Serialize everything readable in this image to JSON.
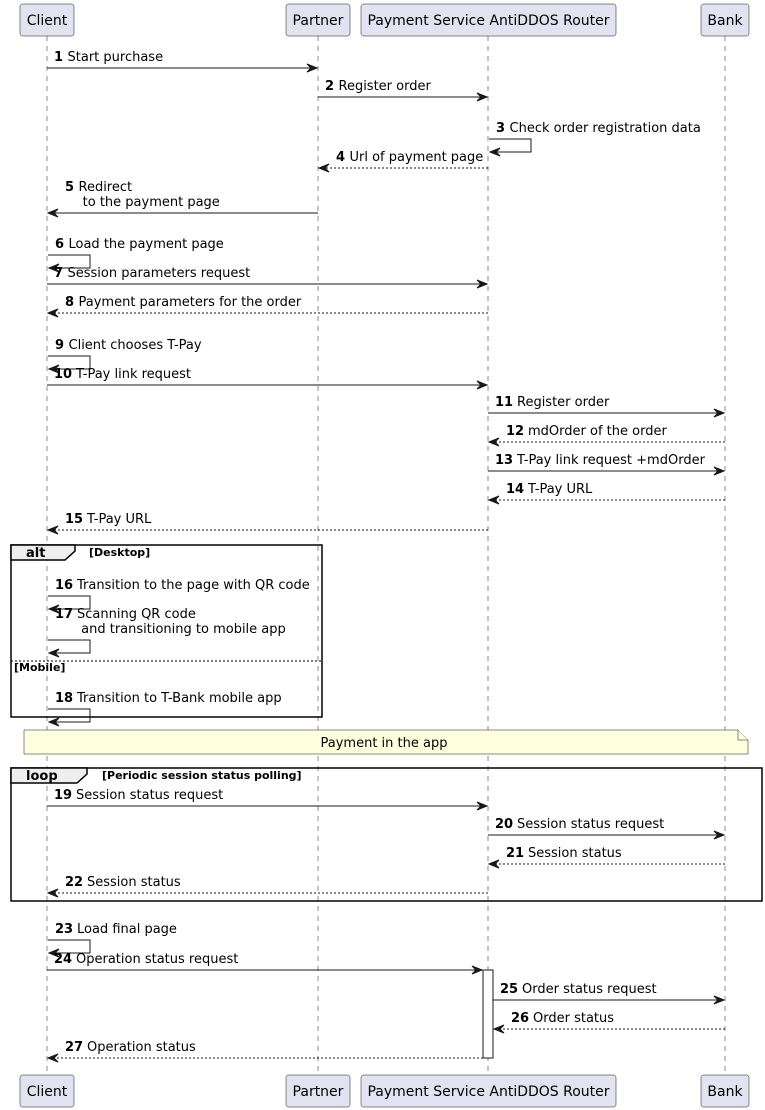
{
  "participants": [
    {
      "id": "client",
      "label": "Client"
    },
    {
      "id": "partner",
      "label": "Partner"
    },
    {
      "id": "router",
      "label": "Payment Service AntiDDOS Router"
    },
    {
      "id": "bank",
      "label": "Bank"
    }
  ],
  "messages": [
    {
      "n": "1",
      "from": "client",
      "to": "partner",
      "lines": [
        "Start purchase"
      ],
      "dashed": false
    },
    {
      "n": "2",
      "from": "partner",
      "to": "router",
      "lines": [
        "Register order"
      ],
      "dashed": false
    },
    {
      "n": "3",
      "from": "router",
      "to": "router",
      "lines": [
        "Check order registration data"
      ],
      "dashed": false
    },
    {
      "n": "4",
      "from": "router",
      "to": "partner",
      "lines": [
        "Url of payment page"
      ],
      "dashed": true
    },
    {
      "n": "5",
      "from": "partner",
      "to": "client",
      "lines": [
        "Redirect",
        " to the payment page"
      ],
      "dashed": false
    },
    {
      "n": "6",
      "from": "client",
      "to": "client",
      "lines": [
        "Load the payment page"
      ],
      "dashed": false
    },
    {
      "n": "7",
      "from": "client",
      "to": "router",
      "lines": [
        "Session parameters request"
      ],
      "dashed": false
    },
    {
      "n": "8",
      "from": "router",
      "to": "client",
      "lines": [
        "Payment parameters for the order"
      ],
      "dashed": true
    },
    {
      "n": "9",
      "from": "client",
      "to": "client",
      "lines": [
        "Client chooses T-Pay"
      ],
      "dashed": false
    },
    {
      "n": "10",
      "from": "client",
      "to": "router",
      "lines": [
        "T-Pay link request"
      ],
      "dashed": false
    },
    {
      "n": "11",
      "from": "router",
      "to": "bank",
      "lines": [
        "Register order"
      ],
      "dashed": false
    },
    {
      "n": "12",
      "from": "bank",
      "to": "router",
      "lines": [
        "mdOrder of the order"
      ],
      "dashed": true
    },
    {
      "n": "13",
      "from": "router",
      "to": "bank",
      "lines": [
        "T-Pay link request +mdOrder"
      ],
      "dashed": false
    },
    {
      "n": "14",
      "from": "bank",
      "to": "router",
      "lines": [
        "T-Pay URL"
      ],
      "dashed": true
    },
    {
      "n": "15",
      "from": "router",
      "to": "client",
      "lines": [
        "T-Pay URL"
      ],
      "dashed": true
    },
    {
      "n": "16",
      "from": "client",
      "to": "client",
      "lines": [
        "Transition to the page with QR code"
      ],
      "dashed": false
    },
    {
      "n": "17",
      "from": "client",
      "to": "client",
      "lines": [
        "Scanning QR code",
        " and transitioning to mobile app"
      ],
      "dashed": false
    },
    {
      "n": "18",
      "from": "client",
      "to": "client",
      "lines": [
        "Transition to T-Bank mobile app"
      ],
      "dashed": false
    },
    {
      "n": "19",
      "from": "client",
      "to": "router",
      "lines": [
        "Session status request"
      ],
      "dashed": false
    },
    {
      "n": "20",
      "from": "router",
      "to": "bank",
      "lines": [
        "Session status request"
      ],
      "dashed": false
    },
    {
      "n": "21",
      "from": "bank",
      "to": "router",
      "lines": [
        "Session status"
      ],
      "dashed": true
    },
    {
      "n": "22",
      "from": "router",
      "to": "client",
      "lines": [
        "Session status"
      ],
      "dashed": true
    },
    {
      "n": "23",
      "from": "client",
      "to": "client",
      "lines": [
        "Load final page"
      ],
      "dashed": false
    },
    {
      "n": "24",
      "from": "client",
      "to": "router",
      "lines": [
        "Operation status request"
      ],
      "dashed": false
    },
    {
      "n": "25",
      "from": "router",
      "to": "bank",
      "lines": [
        "Order status request"
      ],
      "dashed": false
    },
    {
      "n": "26",
      "from": "bank",
      "to": "router",
      "lines": [
        "Order status"
      ],
      "dashed": true
    },
    {
      "n": "27",
      "from": "router",
      "to": "client",
      "lines": [
        "Operation status"
      ],
      "dashed": true
    }
  ],
  "frames": {
    "alt": {
      "label": "alt",
      "condition": "[Desktop]",
      "else_condition": "[Mobile]"
    },
    "loop": {
      "label": "loop",
      "condition": "[Periodic session status polling]"
    }
  },
  "note": {
    "text": "Payment in the app"
  }
}
